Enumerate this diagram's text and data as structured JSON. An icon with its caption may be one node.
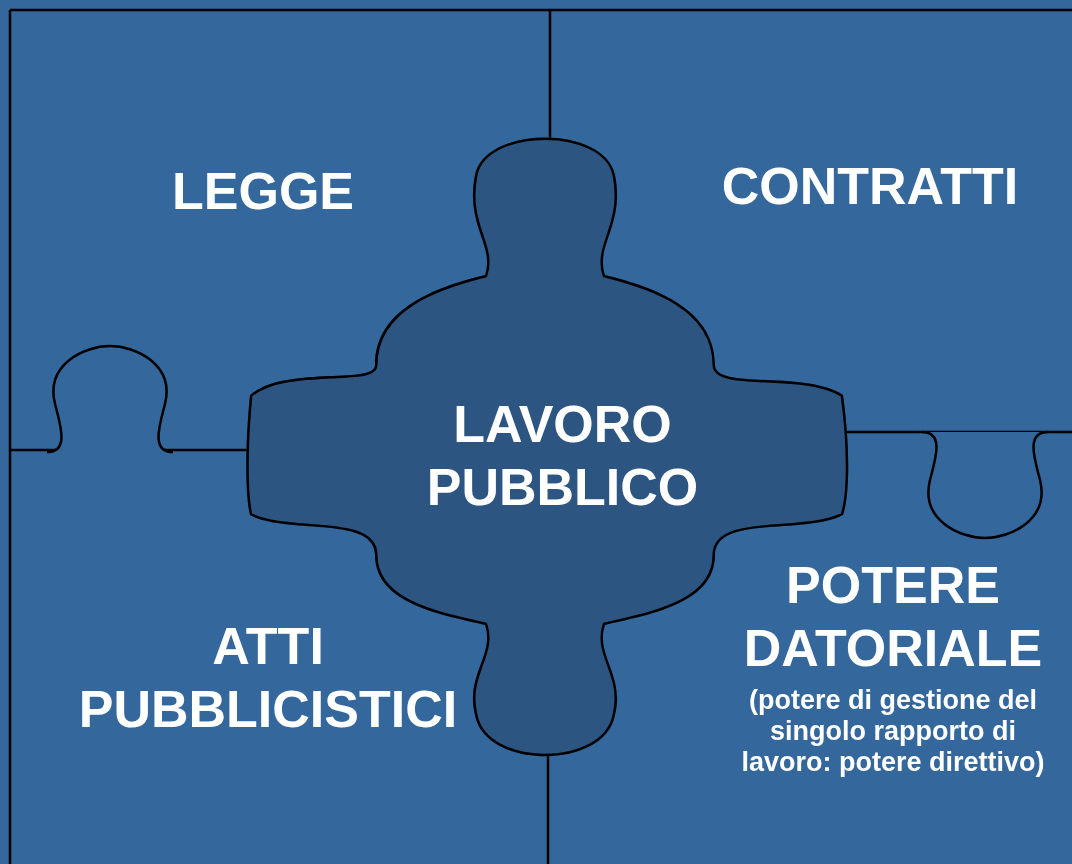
{
  "diagram": {
    "nodes": [
      {
        "text": [
          "LEGGE"
        ]
      },
      {
        "text": [
          "CONTRATTI"
        ]
      },
      {
        "text": [
          "LAVORO PUBBLICO"
        ]
      },
      {
        "text": [
          "ATTI PUBBLICISTICI"
        ]
      },
      {
        "text": [
          "POTERE DATORIALE",
          "(potere di gestione del singolo rapporto di lavoro: potere direttivo)"
        ]
      }
    ]
  }
}
